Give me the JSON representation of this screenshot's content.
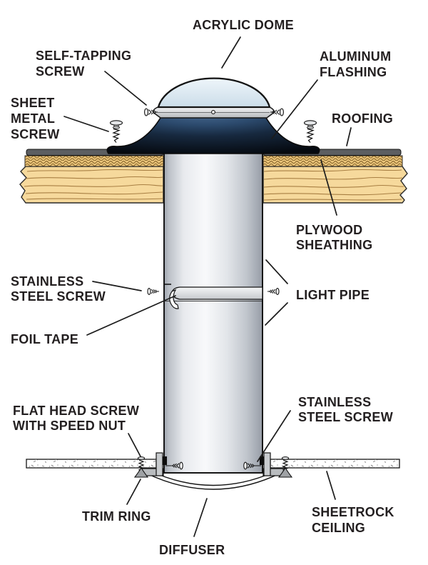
{
  "labels": {
    "acrylic_dome": {
      "lines": [
        "ACRYLIC DOME"
      ]
    },
    "self_tapping_screw": {
      "lines": [
        "SELF-TAPPING",
        "SCREW"
      ]
    },
    "aluminum_flashing": {
      "lines": [
        "ALUMINUM",
        "FLASHING"
      ]
    },
    "sheet_metal_screw": {
      "lines": [
        "SHEET",
        "METAL",
        "SCREW"
      ]
    },
    "roofing": {
      "lines": [
        "ROOFING"
      ]
    },
    "plywood_sheathing": {
      "lines": [
        "PLYWOOD",
        "SHEATHING"
      ]
    },
    "light_pipe": {
      "lines": [
        "LIGHT PIPE"
      ]
    },
    "stainless_steel_screw_mid": {
      "lines": [
        "STAINLESS",
        "STEEL SCREW"
      ]
    },
    "foil_tape": {
      "lines": [
        "FOIL TAPE"
      ]
    },
    "flat_head_screw": {
      "lines": [
        "FLAT HEAD SCREW",
        "WITH SPEED NUT"
      ]
    },
    "stainless_steel_screw_bottom": {
      "lines": [
        "STAINLESS",
        "STEEL SCREW"
      ]
    },
    "trim_ring": {
      "lines": [
        "TRIM RING"
      ]
    },
    "sheetrock_ceiling": {
      "lines": [
        "SHEETROCK",
        "CEILING"
      ]
    },
    "diffuser": {
      "lines": [
        "DIFFUSER"
      ]
    }
  },
  "colors": {
    "flashing_navy": "#1b3252",
    "dome_blue": "#d8e6f0",
    "lumber_tan": "#f6d99c",
    "plywood_tan": "#eac479",
    "roofing_gray": "#5c5e61",
    "pipe_gray": "#dfe2e6",
    "line_black": "#1c1c1c"
  }
}
